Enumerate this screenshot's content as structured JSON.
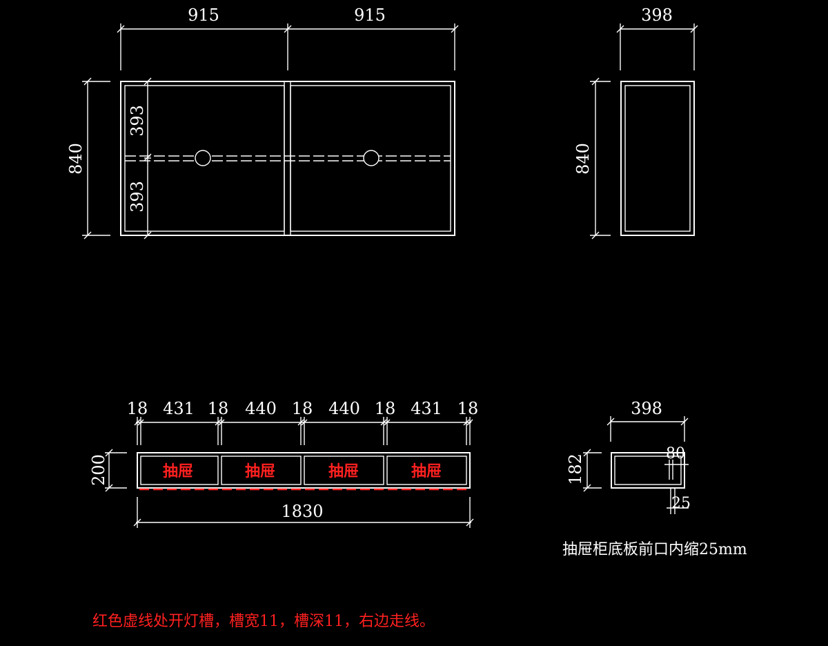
{
  "upper_cabinet_front": {
    "width_left": "915",
    "width_right": "915",
    "height": "840",
    "upper_section": "393",
    "lower_section": "393"
  },
  "upper_cabinet_side": {
    "depth": "398",
    "height": "840"
  },
  "drawer_cabinet_front": {
    "segments": [
      "18",
      "431",
      "18",
      "440",
      "18",
      "440",
      "18",
      "431",
      "18"
    ],
    "height": "200",
    "total_width": "1830",
    "drawer_labels": [
      "抽屉",
      "抽屉",
      "抽屉",
      "抽屉"
    ]
  },
  "drawer_cabinet_side": {
    "depth": "398",
    "height": "182",
    "inset_80": "80",
    "inset_25": "25",
    "note": "抽屉柜底板前口内缩25mm"
  },
  "footer_note": "红色虚线处开灯槽，槽宽11，槽深11，右边走线。",
  "colors": {
    "background": "#000000",
    "line": "#ffffff",
    "highlight": "#ff2020"
  }
}
